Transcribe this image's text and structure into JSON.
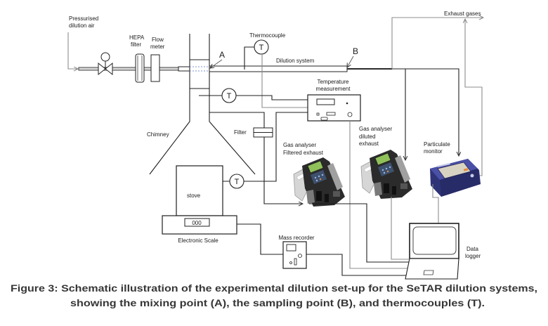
{
  "figure": {
    "labels": {
      "pressurised_air": [
        "Pressurised",
        "dilution air"
      ],
      "hepa_filter": [
        "HEPA",
        "filter"
      ],
      "flow_meter": [
        "Flow",
        "meter"
      ],
      "thermocouple": "Thermocouple",
      "thermocouple_symbol": "T",
      "point_a": "A",
      "point_b": "B",
      "dilution_system": "Dilution system",
      "temperature_measurement": [
        "Temperature",
        "measurement"
      ],
      "exhaust_gases": "Exhaust gases",
      "chimney": "Chimney",
      "filter": "Filter",
      "gas_analyser_filtered": [
        "Gas analyser",
        "Filtered exhaust"
      ],
      "gas_analyser_diluted": [
        "Gas analyser",
        "diluted",
        "exhaust"
      ],
      "particulate_monitor": [
        "Particulate",
        "monitor"
      ],
      "stove": "stove",
      "scale_display": "000",
      "electronic_scale": "Electronic Scale",
      "mass_recorder": "Mass recorder",
      "data_logger": [
        "Data",
        "logger"
      ]
    },
    "caption": [
      "Figure 3: Schematic illustration of the experimental dilution set-up for the SeTAR dilution systems,",
      "showing the mixing point (A), the sampling point (B), and thermocouples (T)."
    ]
  }
}
